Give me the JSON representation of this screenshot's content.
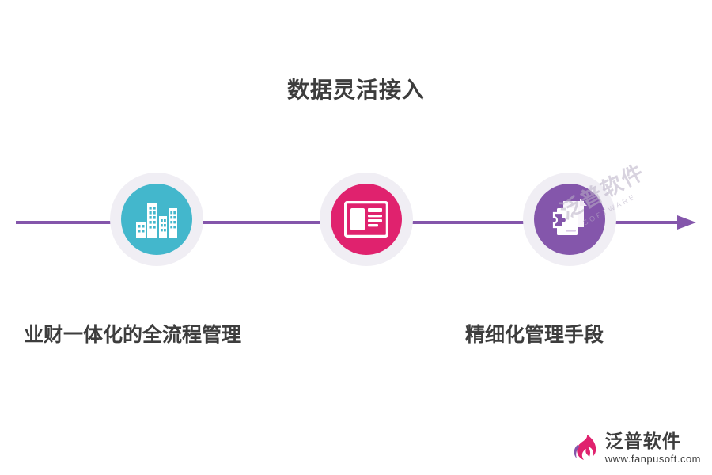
{
  "diagram": {
    "title": "数据灵活接入",
    "title_color": "#3d3d3d",
    "arrow": {
      "name": "process-arrow",
      "color": "#8456ab",
      "direction": "left-to-right"
    },
    "nodes": [
      {
        "id": "node-1",
        "icon": "buildings-icon",
        "ring_color": "#f0eef4",
        "circle_color": "#43b7cc",
        "icon_color": "#ffffff",
        "caption": "业财一体化的全流程管理"
      },
      {
        "id": "node-2",
        "icon": "open-book-icon",
        "ring_color": "#f0eef4",
        "circle_color": "#e0226e",
        "icon_color": "#ffffff",
        "caption": ""
      },
      {
        "id": "node-3",
        "icon": "puzzle-document-icon",
        "ring_color": "#f0eef4",
        "circle_color": "#8456ab",
        "icon_color": "#ffffff",
        "caption": "精细化管理手段"
      }
    ],
    "captions": [
      "业财一体化的全流程管理",
      "精细化管理手段"
    ]
  },
  "watermark": {
    "main": "泛普软件",
    "sub": "SOFTWARE"
  },
  "brand": {
    "logo_icon": "fanpu-flame-logo-icon",
    "name": "泛普软件",
    "url": "www.fanpusoft.com",
    "accent_color": "#e0226e",
    "text_color": "#3d3d3d"
  }
}
